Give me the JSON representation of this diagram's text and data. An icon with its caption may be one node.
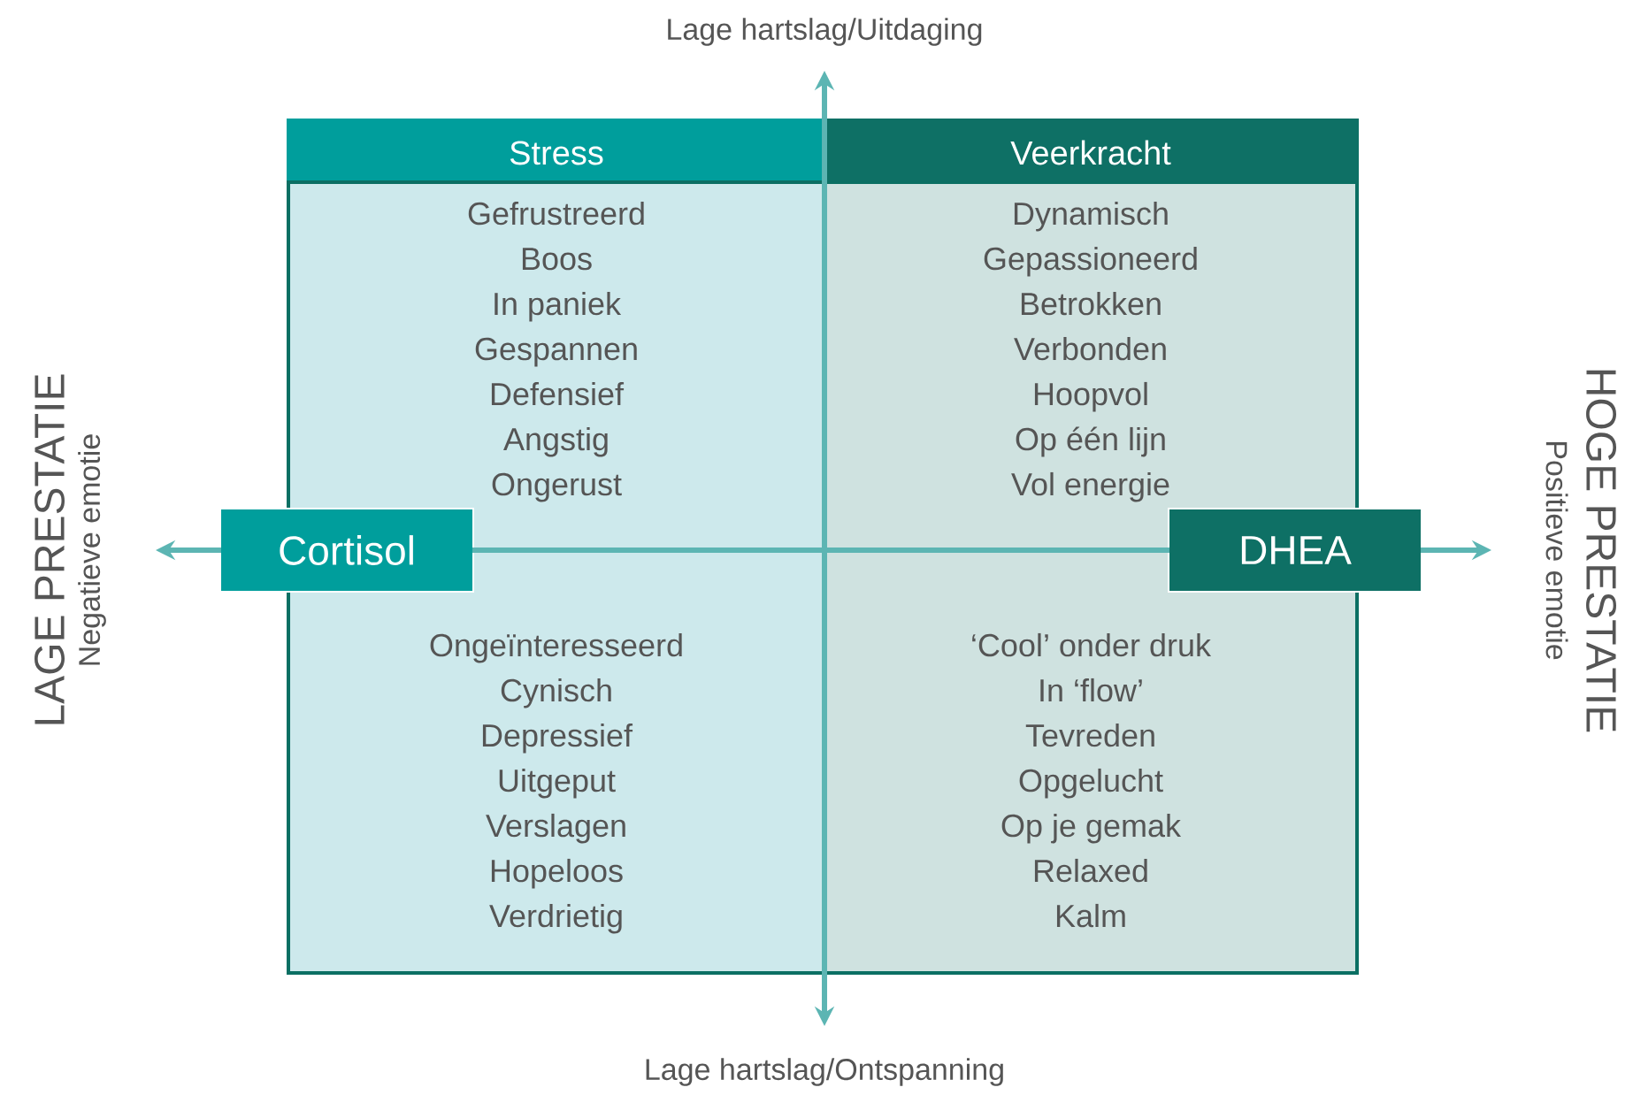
{
  "diagram": {
    "nodes": [
      {
        "text": [
          "Stress",
          "Gefrustreerd",
          "Boos",
          "In paniek",
          "Gespannen",
          "Defensief",
          "Angstig",
          "Ongerust"
        ]
      },
      {
        "text": [
          "Veerkracht",
          "Dynamisch",
          "Gepassioneerd",
          "Betrokken",
          "Verbonden",
          "Hoopvol",
          "Op één lijn",
          "Vol energie"
        ]
      },
      {
        "text": [
          "Ongeïnteresseerd",
          "Cynisch",
          "Depressief",
          "Uitgeput",
          "Verslagen",
          "Hopeloos",
          "Verdrietig"
        ]
      },
      {
        "text": [
          "‘Cool’ onder druk",
          "In ‘flow’",
          "Tevreden",
          "Opgelucht",
          "Op je gemak",
          "Relaxed",
          "Kalm"
        ]
      },
      {
        "text": [
          "Cortisol"
        ]
      },
      {
        "text": [
          "DHEA"
        ]
      }
    ],
    "labels": [
      "Lage hartslag/Uitdaging",
      "LAGE PRESTATIE",
      "Negatieve emotie",
      "HOGE PRESTATIE",
      "Positieve emotie",
      "Lage hartslag/Ontspanning"
    ]
  }
}
